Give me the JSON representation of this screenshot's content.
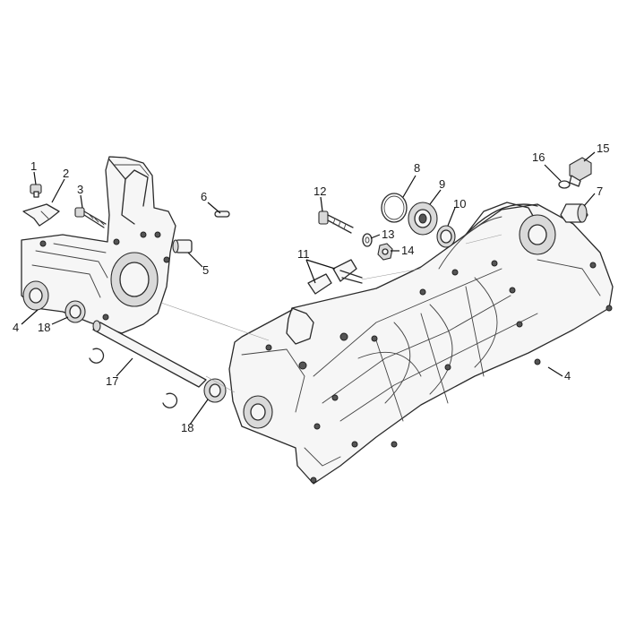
{
  "labels": {
    "p1": "1",
    "p2": "2",
    "p3": "3",
    "p4_left": "4",
    "p4_right": "4",
    "p5": "5",
    "p6": "6",
    "p7": "7",
    "p8": "8",
    "p9": "9",
    "p10": "10",
    "p11": "11",
    "p12": "12",
    "p13": "13",
    "p14": "14",
    "p15": "15",
    "p16": "16",
    "p17": "17",
    "p18_top": "18",
    "p18_bottom": "18"
  }
}
